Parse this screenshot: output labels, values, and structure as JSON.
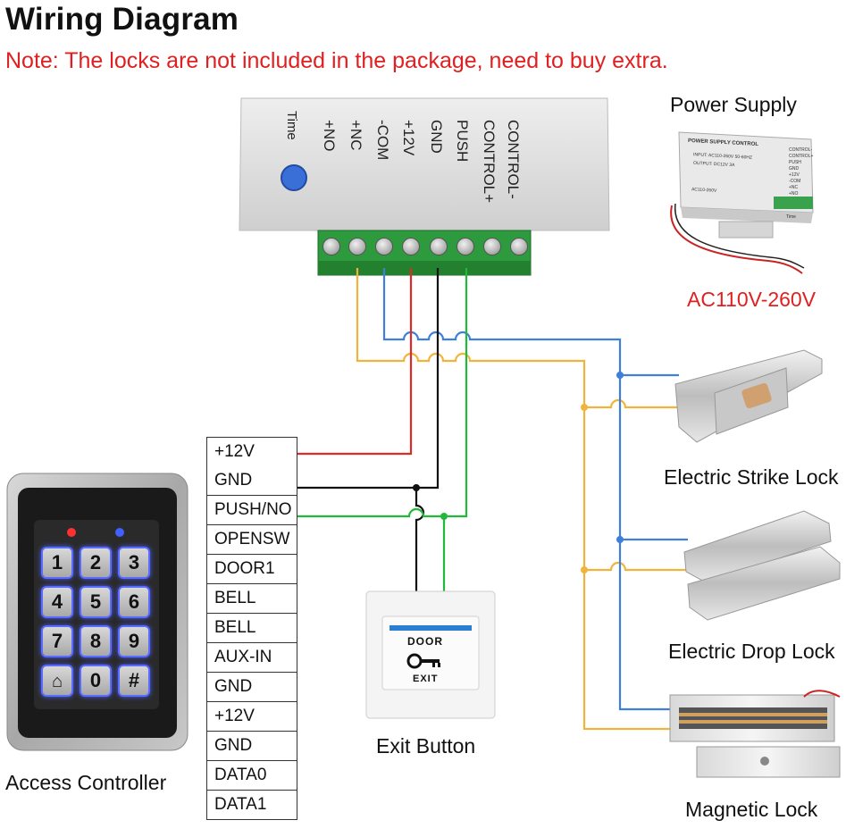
{
  "title": "Wiring Diagram",
  "note": "Note: The locks are not included in the package, need to buy extra.",
  "power_supply": {
    "label": "Power Supply",
    "input_label": "AC110V-260V",
    "controller_terminals": [
      "CONTROL-",
      "CONTROL+",
      "PUSH",
      "GND",
      "+12V",
      "-COM",
      "+NC",
      "+NO"
    ],
    "time_label": "Time",
    "mini_label_title": "POWER SUPPLY CONTROL",
    "mini_input": "INPUT: AC110-260V 50-60HZ",
    "mini_output": "OUTPUT: DC12V  3A",
    "mini_range": "AC110-260V",
    "mini_time": "Time",
    "mini_terminals": [
      "CONTROL-",
      "CONTROL+",
      "PUSH",
      "GND",
      "+12V",
      "-COM",
      "+NC",
      "+NO"
    ]
  },
  "access_controller": {
    "label": "Access Controller",
    "keys": [
      "1",
      "2",
      "3",
      "4",
      "5",
      "6",
      "7",
      "8",
      "9",
      "",
      "0",
      "#"
    ]
  },
  "terminal_block": [
    "+12V",
    "GND",
    "PUSH/NO",
    "OPENSW",
    "DOOR1",
    "BELL",
    "BELL",
    "AUX-IN",
    "GND",
    "+12V",
    "GND",
    "DATA0",
    "DATA1"
  ],
  "exit_button": {
    "label": "Exit Button",
    "top_text": "DOOR",
    "bottom_text": "EXIT"
  },
  "locks": [
    {
      "label": "Electric Strike Lock"
    },
    {
      "label": "Electric Drop Lock"
    },
    {
      "label": "Magnetic Lock"
    }
  ],
  "colors": {
    "red_wire": "#e02a2a",
    "black_wire": "#111111",
    "green_wire": "#22b83a",
    "blue_wire": "#3d7fdb",
    "yellow_wire": "#f2b33d",
    "title_note": "#e02020"
  }
}
